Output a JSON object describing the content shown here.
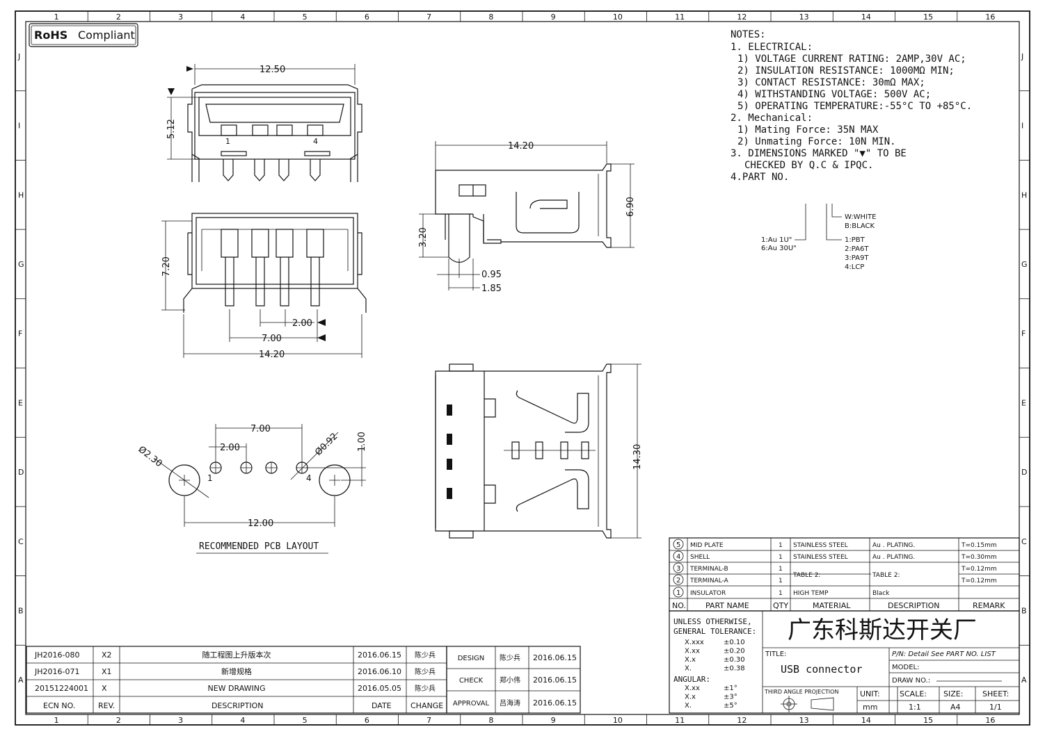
{
  "badge": {
    "rohs": "RoHS",
    "compliant": "Compliant"
  },
  "grid": {
    "cols": [
      "1",
      "2",
      "3",
      "4",
      "5",
      "6",
      "7",
      "8",
      "9",
      "10",
      "11",
      "12",
      "13",
      "14",
      "15",
      "16"
    ],
    "rows": [
      "J",
      "I",
      "H",
      "G",
      "F",
      "E",
      "D",
      "C",
      "B",
      "A"
    ]
  },
  "notes": {
    "header": "NOTES:",
    "electrical_title": "1. ELECTRICAL:",
    "electrical": [
      "1) VOLTAGE CURRENT RATING: 2AMP,30V AC;",
      "2) INSULATION RESISTANCE: 1000MΩ MIN;",
      "3) CONTACT RESISTANCE: 30mΩ MAX;",
      "4) WITHSTANDING VOLTAGE: 500V AC;",
      "5) OPERATING TEMPERATURE:-55°C TO +85°C."
    ],
    "mechanical_title": "2. Mechanical:",
    "mechanical": [
      "1) Mating Force: 35N MAX",
      "2) Unmating Force: 10N MIN."
    ],
    "dim_note_1": "3. DIMENSIONS MARKED \"▼\" TO BE",
    "dim_note_2": "CHECKED BY Q.C & IPQC.",
    "part_no": "4.PART NO."
  },
  "part_code": {
    "plating": [
      "1:Au 1U\"",
      "6:Au 30U\""
    ],
    "color": [
      "W:WHITE",
      "B:BLACK"
    ],
    "material": [
      "1:PBT",
      "2:PA6T",
      "3:PA9T",
      "4:LCP"
    ]
  },
  "dims": {
    "front_width": "12.50",
    "front_height": "5.12",
    "pin1": "1",
    "pin4": "4",
    "bottom_height": "7.20",
    "pitch": "2.00",
    "span": "7.00",
    "overall": "14.20",
    "side_length": "14.20",
    "side_height": "6.90",
    "side_pin": "3.20",
    "side_d1": "0.95",
    "side_d2": "1.85",
    "top_length": "14.30",
    "pcb_span": "7.00",
    "pcb_pitch": "2.00",
    "pcb_hole": "Ø0.92",
    "pcb_peg": "Ø2.30",
    "pcb_offset": "1.00",
    "pcb_peg_span": "12.00",
    "pcb_label": "RECOMMENDED PCB LAYOUT"
  },
  "bom": {
    "rows": [
      {
        "no": "5",
        "name": "MID PLATE",
        "qty": "1",
        "material": "STAINLESS STEEL",
        "desc": "Au . PLATING.",
        "remark": "T=0.15mm"
      },
      {
        "no": "4",
        "name": "SHELL",
        "qty": "1",
        "material": "STAINLESS STEEL",
        "desc": "Au . PLATING.",
        "remark": "T=0.30mm"
      },
      {
        "no": "3",
        "name": "TERMINAL-B",
        "qty": "1",
        "material": "TABLE 2:",
        "desc": "TABLE 2:",
        "remark": "T=0.12mm"
      },
      {
        "no": "2",
        "name": "TERMINAL-A",
        "qty": "1",
        "material": "",
        "desc": "",
        "remark": "T=0.12mm"
      },
      {
        "no": "1",
        "name": "INSULATOR",
        "qty": "1",
        "material": "HIGH TEMP",
        "desc": "Black",
        "remark": ""
      }
    ],
    "headers": [
      "NO.",
      "PART NAME",
      "QTY",
      "MATERIAL",
      "DESCRIPTION",
      "REMARK"
    ]
  },
  "tolerance": {
    "title1": "UNLESS OTHERWISE,",
    "title2": "GENERAL TOLERANCE:",
    "linear": [
      [
        "X.xxx",
        "±0.10"
      ],
      [
        "X.xx",
        "±0.20"
      ],
      [
        "X.x",
        "±0.30"
      ],
      [
        "X.",
        "±0.38"
      ]
    ],
    "angular_title": "ANGULAR:",
    "angular": [
      [
        "X.xx",
        "±1°"
      ],
      [
        "X.x",
        "±3°"
      ],
      [
        "X.",
        "±5°"
      ]
    ]
  },
  "titleblock": {
    "company": "广东科斯达开关厂",
    "title_label": "TITLE:",
    "title": "USB connector",
    "pn": "P/N: Detail  See  PART  NO.  LIST",
    "model": "MODEL:",
    "drawno": "DRAW NO.:",
    "projection": "THIRD ANGLE PROJECTION",
    "unit_label": "UNIT:",
    "unit": "mm",
    "scale_label": "SCALE:",
    "scale": "1:1",
    "size_label": "SIZE:",
    "size": "A4",
    "sheet_label": "SHEET:",
    "sheet": "1/1"
  },
  "revisions": {
    "rows": [
      {
        "ecn": "JH2016-080",
        "rev": "X2",
        "desc": "随工程图上升版本次",
        "date": "2016.06.15",
        "change": "陈少兵"
      },
      {
        "ecn": "JH2016-071",
        "rev": "X1",
        "desc": "新增规格",
        "date": "2016.06.10",
        "change": "陈少兵"
      },
      {
        "ecn": "20151224001",
        "rev": "X",
        "desc": "NEW DRAWING",
        "date": "2016.05.05",
        "change": "陈少兵"
      }
    ],
    "headers": {
      "ecn": "ECN NO.",
      "rev": "REV.",
      "desc": "DESCRIPTION",
      "date": "DATE",
      "change": "CHANGE"
    }
  },
  "approvals": [
    {
      "role": "DESIGN",
      "name": "陈少兵",
      "date": "2016.06.15"
    },
    {
      "role": "CHECK",
      "name": "郑小伟",
      "date": "2016.06.15"
    },
    {
      "role": "APPROVAL",
      "name": "吕海涛",
      "date": "2016.06.15"
    }
  ]
}
